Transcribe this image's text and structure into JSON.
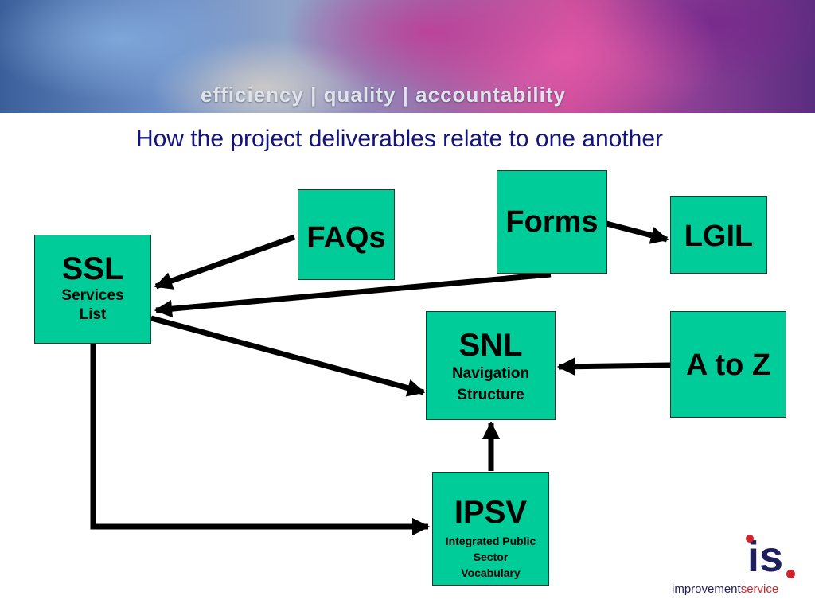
{
  "banner": {
    "tagline": "efficiency | quality | accountability"
  },
  "title": "How the project deliverables relate to one another",
  "nodes": {
    "ssl": {
      "label": "SSL",
      "sub": "Services List"
    },
    "faqs": {
      "label": "FAQs"
    },
    "forms": {
      "label": "Forms"
    },
    "lgil": {
      "label": "LGIL"
    },
    "snl": {
      "label": "SNL",
      "sub": "Navigation Structure"
    },
    "atoz": {
      "label": "A to Z"
    },
    "ipsv": {
      "label": "IPSV",
      "sub": "Integrated Public Sector Vocabulary"
    }
  },
  "edges": [
    {
      "from": "FAQs",
      "to": "SSL"
    },
    {
      "from": "Forms",
      "to": "SSL"
    },
    {
      "from": "Forms",
      "to": "LGIL"
    },
    {
      "from": "SSL",
      "to": "SNL"
    },
    {
      "from": "A to Z",
      "to": "SNL"
    },
    {
      "from": "IPSV",
      "to": "SNL"
    },
    {
      "from": "SSL",
      "to": "IPSV"
    }
  ],
  "logo": {
    "mark": "is",
    "word_a": "improvement",
    "word_b": "service"
  },
  "colors": {
    "node_fill": "#00cc99",
    "title": "#14147a",
    "arrow": "#000000",
    "logo_red": "#d4222a",
    "logo_navy": "#1f1f5e"
  }
}
